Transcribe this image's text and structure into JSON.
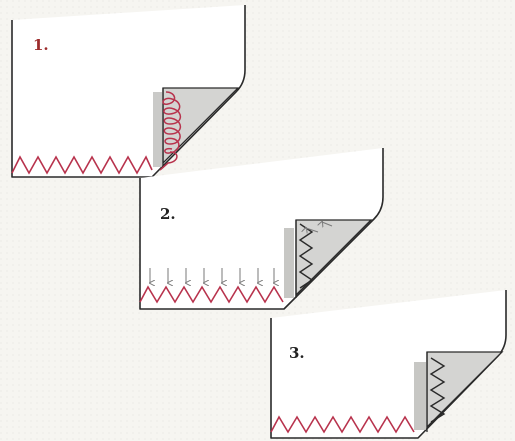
{
  "colors": {
    "outline": "#2a2a2a",
    "stitch": "#b8334d",
    "fold_fill": "#d4d4d2",
    "paper": "#ffffff",
    "background": "#f6f5f1",
    "label_red": "#9c2b2b"
  },
  "steps": [
    {
      "label": "1.",
      "edge_stitch": "zigzag",
      "fold_stitch": "looped-zigzag"
    },
    {
      "label": "2.",
      "edge_stitch": "zigzag-with-arrows",
      "fold_stitch": "zigzag"
    },
    {
      "label": "3.",
      "edge_stitch": "zigzag",
      "fold_stitch": "zigzag"
    }
  ]
}
